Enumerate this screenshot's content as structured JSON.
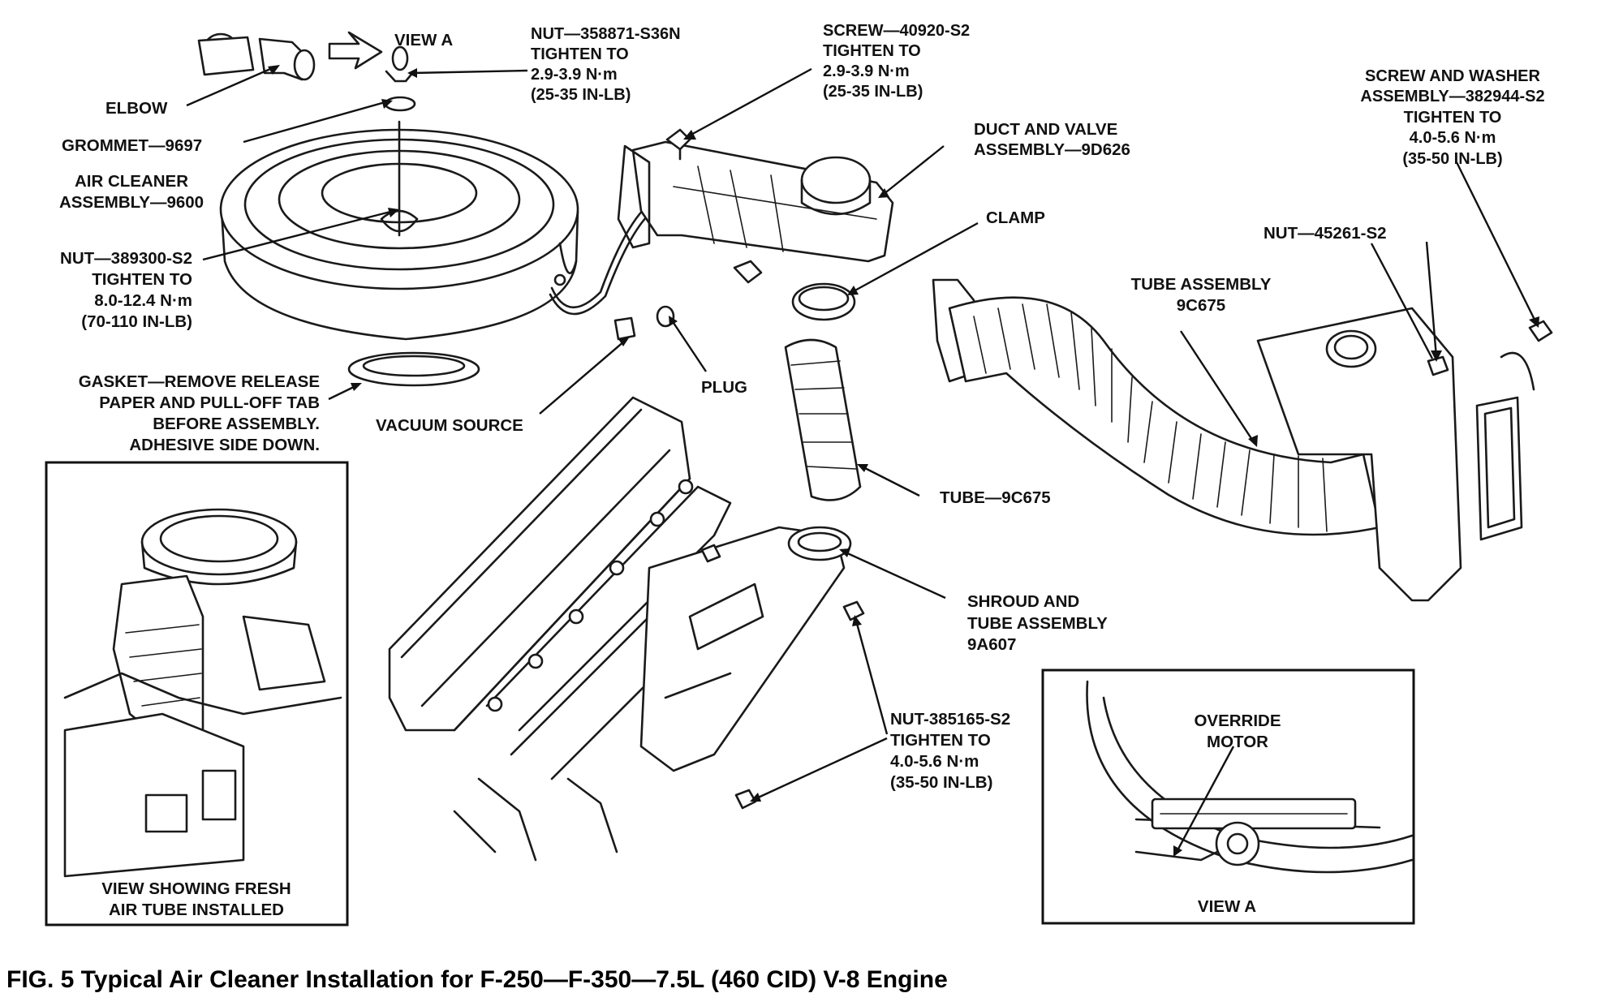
{
  "labels": {
    "view_a_top": "VIEW A",
    "nut_top": [
      "NUT—358871-S36N",
      "TIGHTEN TO",
      "2.9-3.9 N·m",
      "(25-35 IN-LB)"
    ],
    "screw_top": [
      "SCREW—40920-S2",
      "TIGHTEN TO",
      "2.9-3.9 N·m",
      "(25-35 IN-LB)"
    ],
    "screw_washer": [
      "SCREW AND WASHER",
      "ASSEMBLY—382944-S2",
      "TIGHTEN TO",
      "4.0-5.6 N·m",
      "(35-50 IN-LB)"
    ],
    "elbow": "ELBOW",
    "grommet": "GROMMET—9697",
    "air_cleaner": [
      "AIR CLEANER",
      "ASSEMBLY—9600"
    ],
    "nut_389300": [
      "NUT—389300-S2",
      "TIGHTEN TO",
      "8.0-12.4 N·m",
      "(70-110 IN-LB)"
    ],
    "duct_valve": [
      "DUCT AND VALVE",
      "ASSEMBLY—9D626"
    ],
    "clamp": "CLAMP",
    "nut_45261": "NUT—45261-S2",
    "tube_assembly": [
      "TUBE ASSEMBLY",
      "9C675"
    ],
    "plug": "PLUG",
    "gasket": [
      "GASKET—REMOVE RELEASE",
      "PAPER AND PULL-OFF TAB",
      "BEFORE ASSEMBLY.",
      "ADHESIVE SIDE DOWN."
    ],
    "vacuum_source": "VACUUM SOURCE",
    "tube_9c675": "TUBE—9C675",
    "shroud": [
      "SHROUD AND",
      "TUBE ASSEMBLY",
      "9A607"
    ],
    "nut_385165": [
      "NUT-385165-S2",
      "TIGHTEN TO",
      "4.0-5.6 N·m",
      "(35-50 IN-LB)"
    ],
    "override_motor": [
      "OVERRIDE",
      "MOTOR"
    ],
    "inset_left_caption": [
      "VIEW SHOWING FRESH",
      "AIR TUBE INSTALLED"
    ],
    "inset_right_caption": "VIEW A"
  },
  "caption": "FIG. 5  Typical Air Cleaner Installation for F-250—F-350—7.5L (460 CID) V-8 Engine"
}
